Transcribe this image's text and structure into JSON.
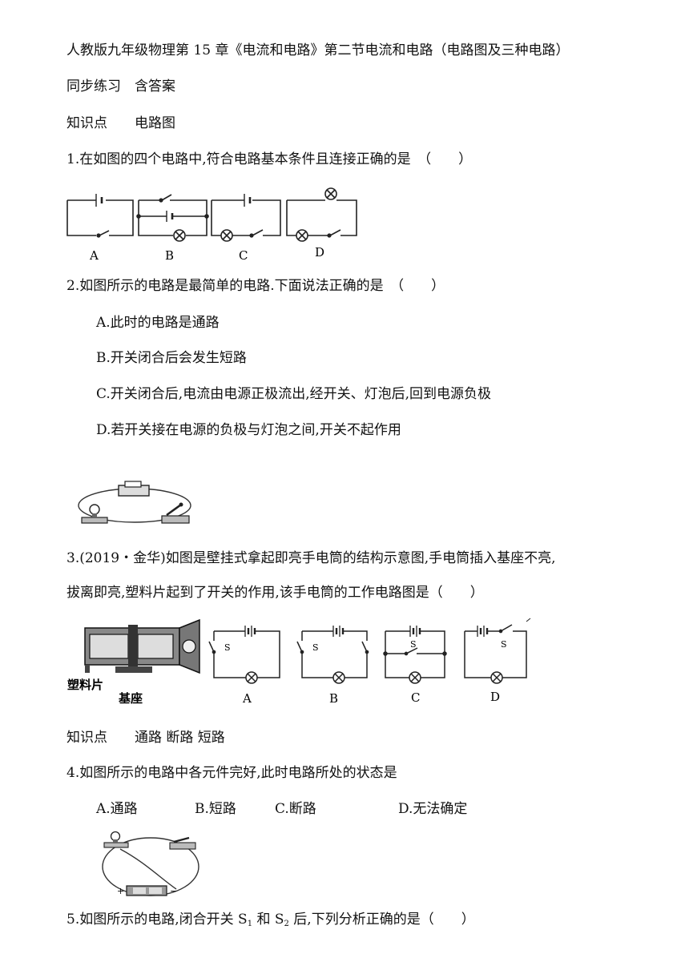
{
  "title_line1": "人教版九年级物理第 15 章《电流和电路》第二节电流和电路（电路图及三种电路）",
  "title_line2": "同步练习　含答案",
  "section1": "知识点　　电路图",
  "q1": {
    "text": "1.在如图的四个电路中,符合电路基本条件且连接正确的是　（　　）",
    "fig_labels": [
      "A",
      "B",
      "C",
      "D"
    ]
  },
  "q2": {
    "text": "2.如图所示的电路是最简单的电路.下面说法正确的是　（　　）",
    "options": [
      "A.此时的电路是通路",
      "B.开关闭合后会发生短路",
      "C.开关闭合后,电流由电源正极流出,经开关、灯泡后,回到电源负极",
      "D.若开关接在电源的负极与灯泡之间,开关不起作用"
    ]
  },
  "q3": {
    "text_line1": "3.(2019・金华)如图是壁挂式拿起即亮手电筒的结构示意图,手电筒插入基座不亮,",
    "text_line2": "拔离即亮,塑料片起到了开关的作用,该手电筒的工作电路图是（　　）",
    "fig_plastic": "塑料片",
    "fig_base": "基座",
    "switch_label": "S",
    "fig_labels": [
      "A",
      "B",
      "C",
      "D"
    ]
  },
  "section2": "知识点　　通路 断路 短路",
  "q4": {
    "text": "4.如图所示的电路中各元件完好,此时电路所处的状态是",
    "options": [
      "A.通路",
      "B.短路",
      "C.断路",
      "D.无法确定"
    ],
    "plus": "+",
    "minus": "−"
  },
  "q5": {
    "text_a": "5.如图所示的电路,闭合开关 S",
    "sub1": "1",
    "text_b": " 和 S",
    "sub2": "2",
    "text_c": " 后,下列分析正确的是（　　）"
  }
}
